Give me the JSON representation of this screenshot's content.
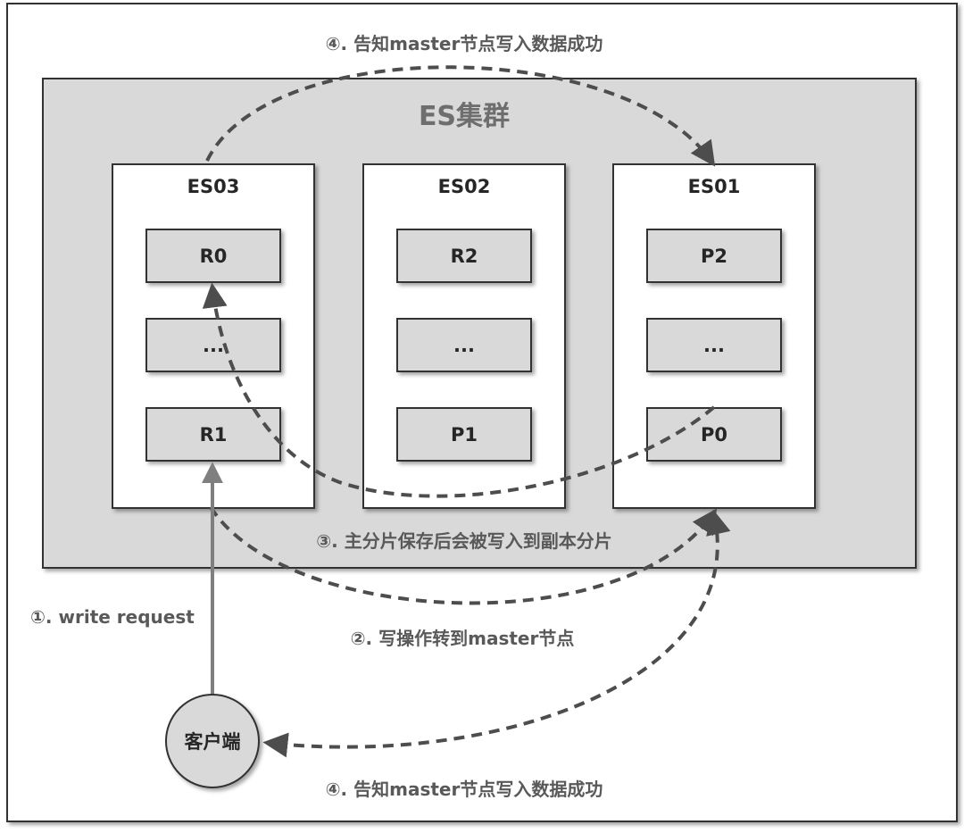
{
  "cluster": {
    "title": "ES集群"
  },
  "nodes": [
    {
      "id": "es03",
      "title": "ES03",
      "shards": [
        "R0",
        "...",
        "R1"
      ]
    },
    {
      "id": "es02",
      "title": "ES02",
      "shards": [
        "R2",
        "...",
        "P1"
      ]
    },
    {
      "id": "es01",
      "title": "ES01",
      "shards": [
        "P2",
        "...",
        "P0"
      ]
    }
  ],
  "client": {
    "label": "客户端"
  },
  "steps": {
    "write_request": "①. write request",
    "forward_to_master": "②. 写操作转到master节点",
    "replicate": "③. 主分片保存后会被写入到副本分片",
    "notify_master_top": "④. 告知master节点写入数据成功",
    "notify_client_bottom": "④. 告知master节点写入数据成功"
  },
  "colors": {
    "cluster_fill": "#d9d9d9",
    "node_fill": "#ffffff",
    "shard_fill": "#d9d9d9",
    "client_fill": "#d9d9d9",
    "arrow": "#4d4d4d",
    "solid_arrow": "#7f7f7f"
  }
}
